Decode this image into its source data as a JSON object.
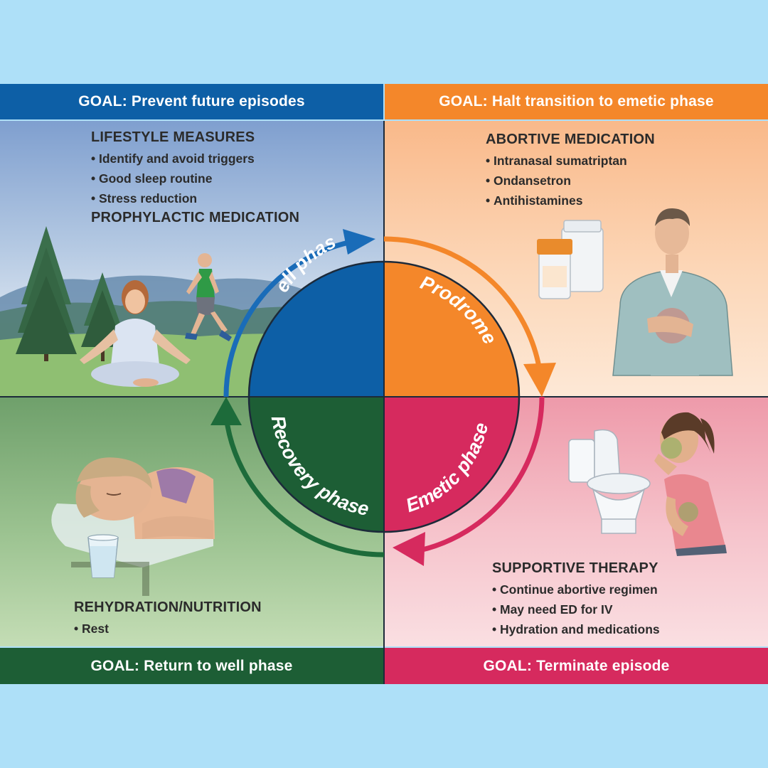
{
  "goals": {
    "well": "GOAL: Prevent future episodes",
    "prodrome": "GOAL: Halt transition to emetic phase",
    "recovery": "GOAL: Return to well phase",
    "emetic": "GOAL: Terminate episode"
  },
  "phases": {
    "well": "Well phase",
    "prodrome": "Prodrome",
    "emetic": "Emetic phase",
    "recovery": "Recovery phase"
  },
  "well_panel": {
    "heading1": "LIFESTYLE MEASURES",
    "items": [
      "Identify and avoid triggers",
      "Good sleep routine",
      "Stress reduction"
    ],
    "heading2": "PROPHYLACTIC MEDICATION"
  },
  "prodrome_panel": {
    "heading": "ABORTIVE MEDICATION",
    "items": [
      "Intranasal sumatriptan",
      "Ondansetron",
      "Antihistamines"
    ]
  },
  "emetic_panel": {
    "heading": "SUPPORTIVE THERAPY",
    "items": [
      "Continue abortive regimen",
      "May need ED for IV",
      "Hydration and medications"
    ]
  },
  "recovery_panel": {
    "heading": "REHYDRATION/NUTRITION",
    "items": [
      "Rest"
    ]
  },
  "colors": {
    "well": "#0d5fa6",
    "prodrome": "#f4872a",
    "emetic": "#d62a5e",
    "recovery": "#1d5e35",
    "background": "#aee0f8"
  },
  "icons": [
    "meditation-figure-icon",
    "walking-person-icon",
    "pine-tree-icon",
    "pill-bottle-icon",
    "nauseous-man-icon",
    "toilet-icon",
    "vomiting-woman-icon",
    "sleeping-woman-icon",
    "water-glass-icon",
    "cycle-arrow-icon"
  ]
}
